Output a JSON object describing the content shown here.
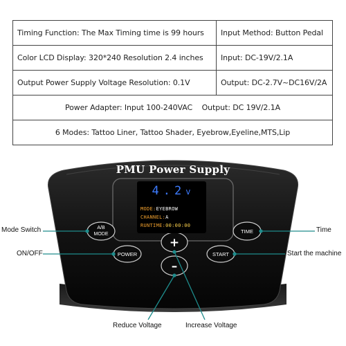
{
  "specs": {
    "row1_left": "Timing Function: The Max Timing time is 99 hours",
    "row1_right": "Input Method: Button Pedal",
    "row2_left": "Color LCD Display: 320*240 Resolution 2.4 inches",
    "row2_right": "Input: DC-19V/2.1A",
    "row3_left": "Output Power Supply Voltage Resolution: 0.1V",
    "row3_right": "Output: DC-2.7V~DC16V/2A",
    "row4": "Power Adapter: Input 100-240VAC    Output: DC 19V/2.1A",
    "row5": "6 Modes: Tattoo Liner, Tattoo Shader, Eyebrow,Eyeline,MTS,Lip"
  },
  "device": {
    "brand": "PMU Power Supply",
    "display": {
      "voltage": "4.2",
      "voltage_unit": "v",
      "mode_label": "MODE:",
      "mode_value": "EYEBROW",
      "channel_label": "CHANNEL:",
      "channel_value": "A",
      "runtime_label": "RUNTIME:",
      "runtime_value": "00:00:00"
    },
    "buttons": {
      "mode_top": "A/B",
      "mode_bottom": "MODE",
      "power": "POWER",
      "time": "TIME",
      "start": "START",
      "plus": "+",
      "minus": "–"
    },
    "callouts": {
      "mode_switch": "Mode Switch",
      "on_off": "ON/OFF",
      "time": "Time",
      "start": "Start the machine",
      "reduce": "Reduce Voltage",
      "increase": "Increase Voltage"
    }
  },
  "colors": {
    "callout_line": "#1e8c8c",
    "lcd_voltage": "#3d7bff",
    "lcd_text": "#f2a12e",
    "device_body": "#111111"
  }
}
